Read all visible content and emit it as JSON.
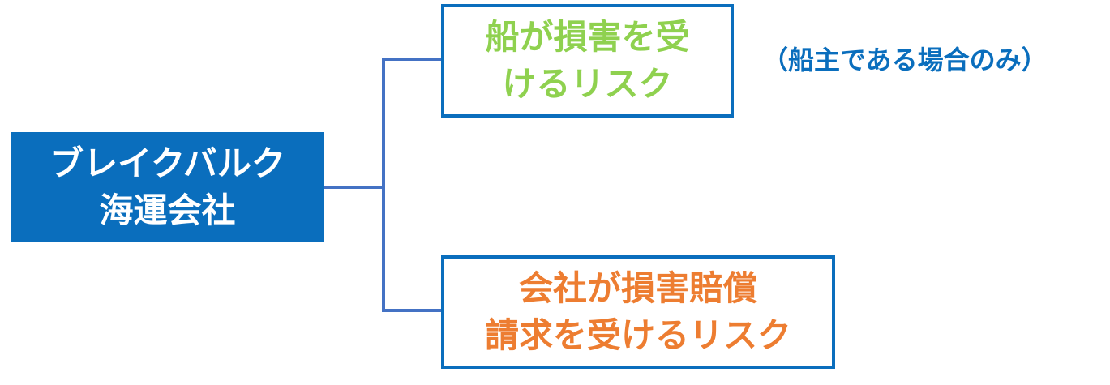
{
  "diagram": {
    "root": {
      "lines": [
        "ブレイクバルク",
        "海運会社"
      ]
    },
    "branches": [
      {
        "lines": [
          "船が損害を受",
          "けるリスク"
        ],
        "note": "（船主である場合のみ）"
      },
      {
        "lines": [
          "会社が損害賠償",
          "請求を受けるリスク"
        ]
      }
    ]
  },
  "colors": {
    "primary_blue": "#0a6ebd",
    "connector": "#4472c4",
    "green_text": "#8fd14f",
    "orange_text": "#ed7d31",
    "root_text": "#ffffff"
  }
}
